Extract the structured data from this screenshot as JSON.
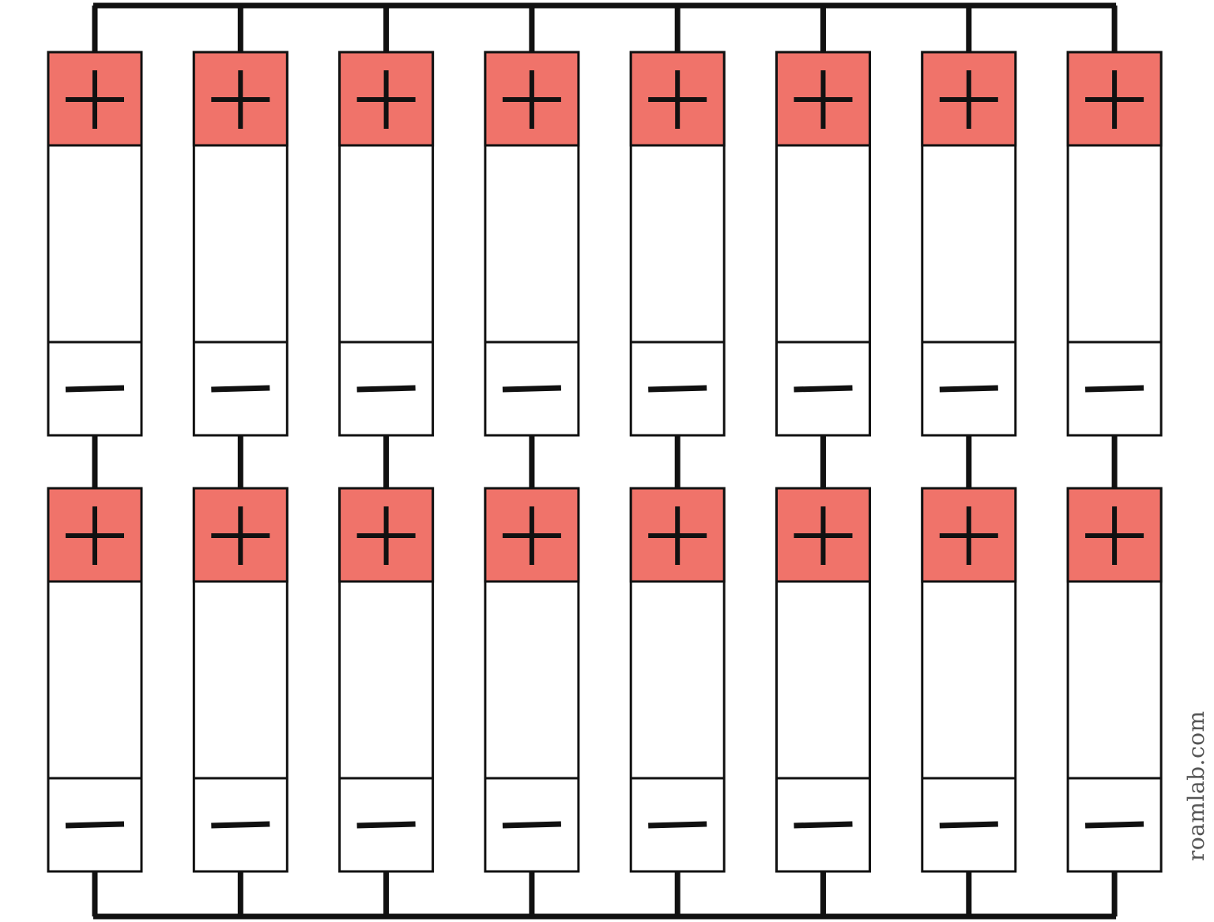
{
  "diagram": {
    "columns": 8,
    "rows": 2,
    "cell": {
      "positive_symbol": "+",
      "negative_symbol": "—"
    },
    "colors": {
      "positive_terminal": "#f0736a",
      "body": "#ffffff",
      "stroke": "#111111"
    }
  },
  "watermark": "roamlab.com"
}
